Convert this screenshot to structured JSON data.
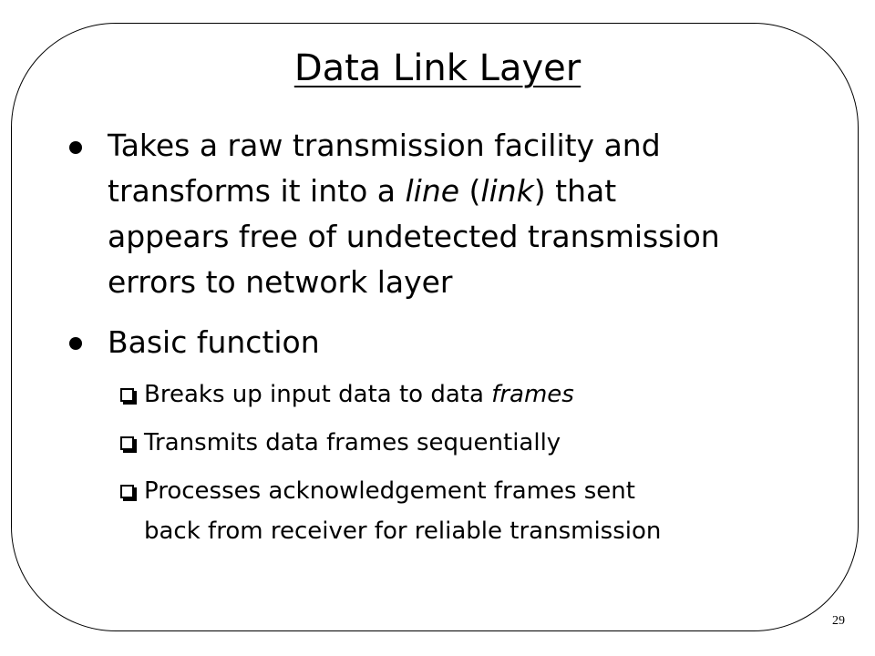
{
  "slide": {
    "title": "Data Link Layer",
    "page_number": "29",
    "bullets": [
      {
        "lines": [
          "Takes a raw transmission facility and",
          [
            "transforms it into a ",
            "line",
            " (",
            "link",
            ") that"
          ],
          "appears free of undetected transmission",
          "errors to network layer"
        ]
      },
      {
        "text": "Basic function",
        "sub_items": [
          [
            "Breaks up input data to data ",
            "frames"
          ],
          "Transmits data frames sequentially",
          [
            "Processes acknowledgement frames sent",
            "back from receiver for reliable transmission"
          ]
        ]
      }
    ]
  }
}
